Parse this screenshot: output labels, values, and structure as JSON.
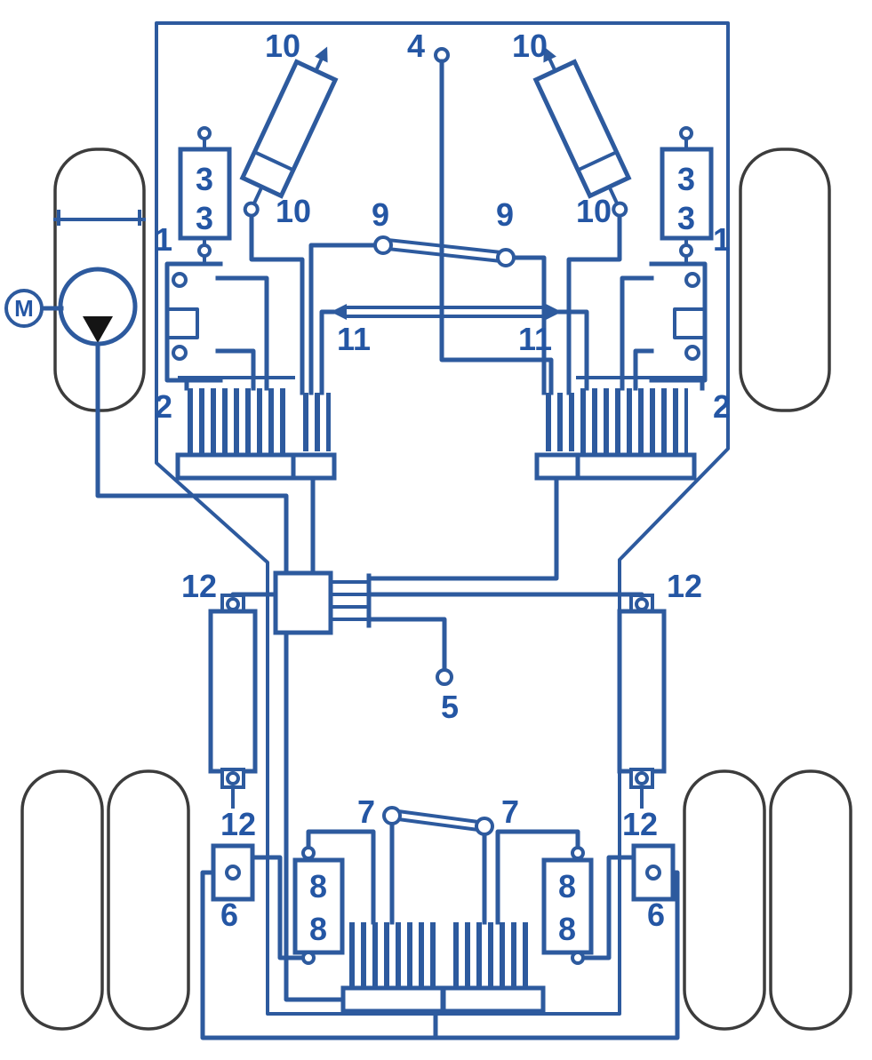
{
  "meta": {
    "title": "Vehicle hydraulic suspension circuit diagram",
    "line_color": "#2d5a9e",
    "label_color": "#2456a4",
    "wheel_color": "#3c3c3c",
    "background": "#ffffff"
  },
  "labels": {
    "n10_top_left": "10",
    "n10_top_right": "10",
    "n10_mid_left": "10",
    "n10_mid_right": "10",
    "n4": "4",
    "n3_left_a": "3",
    "n3_left_b": "3",
    "n3_right_a": "3",
    "n3_right_b": "3",
    "n1_left": "1",
    "n1_right": "1",
    "n9_left": "9",
    "n9_right": "9",
    "n11_left": "11",
    "n11_right": "11",
    "n2_left": "2",
    "n2_right": "2",
    "n12_top_left": "12",
    "n12_top_right": "12",
    "n12_bottom_left": "12",
    "n12_bottom_right": "12",
    "n5": "5",
    "n7_left": "7",
    "n7_right": "7",
    "n6_left": "6",
    "n6_right": "6",
    "n8_left_a": "8",
    "n8_left_b": "8",
    "n8_right_a": "8",
    "n8_right_b": "8",
    "motor": "M"
  }
}
